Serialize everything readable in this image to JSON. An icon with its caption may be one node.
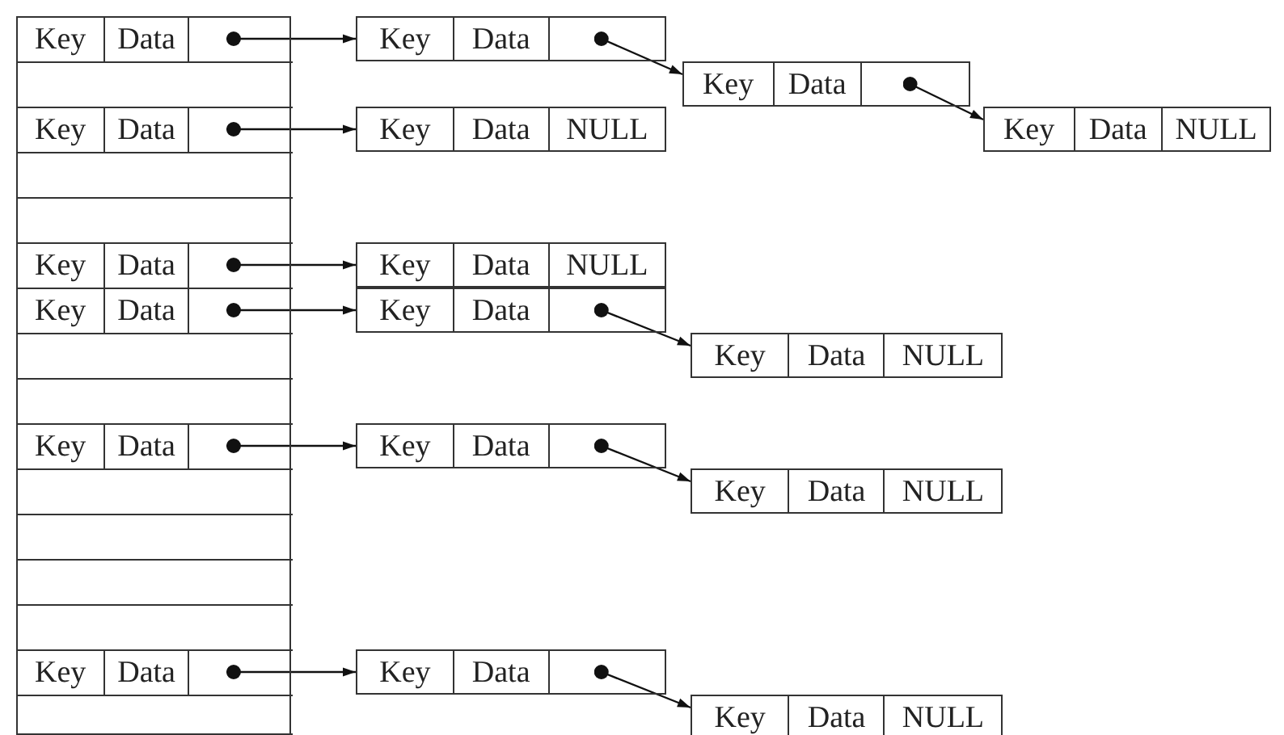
{
  "diagram": {
    "nodes": [
      {
        "text": [],
        "shape": "box"
      },
      {
        "text": [
          "Key",
          "Data"
        ],
        "in": 0
      },
      {
        "text": [],
        "shape": "box",
        "in": 0
      },
      {
        "text": [
          "Key",
          "Data"
        ],
        "in": 0
      },
      {
        "text": [],
        "shape": "box",
        "in": 0
      },
      {
        "text": [],
        "shape": "box",
        "in": 0
      },
      {
        "text": [
          "Key",
          "Data"
        ],
        "in": 0
      },
      {
        "text": [
          "Key",
          "Data"
        ],
        "in": 0
      },
      {
        "text": [],
        "shape": "box",
        "in": 0
      },
      {
        "text": [],
        "shape": "box",
        "in": 0
      },
      {
        "text": [
          "Key",
          "Data"
        ],
        "in": 0
      },
      {
        "text": [],
        "shape": "box",
        "in": 0
      },
      {
        "text": [],
        "shape": "box",
        "in": 0
      },
      {
        "text": [],
        "shape": "box",
        "in": 0
      },
      {
        "text": [],
        "shape": "box",
        "in": 0
      },
      {
        "text": [
          "Key",
          "Data"
        ],
        "in": 0
      },
      {
        "text": [],
        "shape": "box",
        "in": 0
      },
      {
        "text": [
          "Key",
          "Data"
        ]
      },
      {
        "text": [
          "Key",
          "Data"
        ]
      },
      {
        "text": [
          "Key",
          "Data",
          "NULL"
        ]
      },
      {
        "text": [
          "Key",
          "Data",
          "NULL"
        ]
      },
      {
        "text": [
          "Key",
          "Data",
          "NULL"
        ]
      },
      {
        "text": [
          "Key",
          "Data"
        ]
      },
      {
        "text": [
          "Key",
          "Data",
          "NULL"
        ]
      },
      {
        "text": [
          "Key",
          "Data"
        ]
      },
      {
        "text": [
          "Key",
          "Data",
          "NULL"
        ]
      },
      {
        "text": [
          "Key",
          "Data"
        ]
      },
      {
        "text": [
          "Key",
          "Data",
          "NULL"
        ]
      }
    ],
    "edges": [
      {
        "from": 1,
        "to": 17,
        "arrow": "to"
      },
      {
        "from": 17,
        "to": 18,
        "arrow": "to"
      },
      {
        "from": 18,
        "to": 19,
        "arrow": "to"
      },
      {
        "from": 3,
        "to": 20,
        "arrow": "to"
      },
      {
        "from": 6,
        "to": 21,
        "arrow": "to"
      },
      {
        "from": 7,
        "to": 22,
        "arrow": "to"
      },
      {
        "from": 22,
        "to": 23,
        "arrow": "to"
      },
      {
        "from": 10,
        "to": 24,
        "arrow": "to"
      },
      {
        "from": 24,
        "to": 25,
        "arrow": "to"
      },
      {
        "from": 15,
        "to": 26,
        "arrow": "to"
      },
      {
        "from": 26,
        "to": 27,
        "arrow": "to"
      }
    ]
  }
}
